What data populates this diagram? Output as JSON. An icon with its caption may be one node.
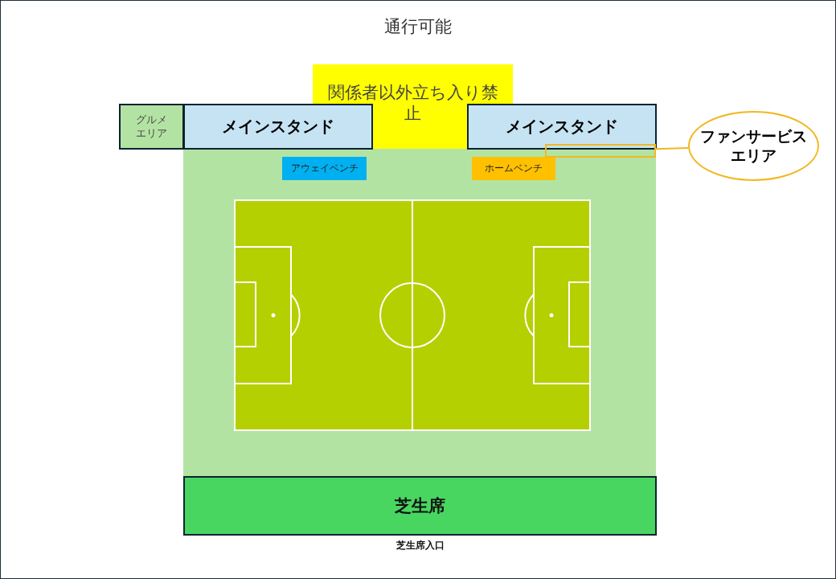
{
  "diagram": {
    "nodes": [
      {
        "text": [
          "関係者以外立ち入り禁止"
        ]
      },
      {
        "text": [
          "グルメエリア"
        ]
      },
      {
        "text": [
          "メインスタンド"
        ]
      },
      {
        "text": [
          "メインスタンド"
        ]
      },
      {
        "text": [],
        "shape": "box"
      },
      {
        "text": [
          "アウェイベンチ"
        ],
        "in": 4
      },
      {
        "text": [
          "ホームベンチ"
        ],
        "in": 4
      },
      {
        "text": [],
        "shape": "box"
      },
      {
        "text": [
          "ファンサービスエリア"
        ]
      },
      {
        "text": [
          "芝生席"
        ],
        "beside": [
          "芝生席入口"
        ]
      }
    ],
    "edges": [
      {
        "from": 8,
        "to": 7,
        "arrow": "none",
        "color": "#f0b820"
      }
    ],
    "labels": [
      "通行可能"
    ]
  }
}
